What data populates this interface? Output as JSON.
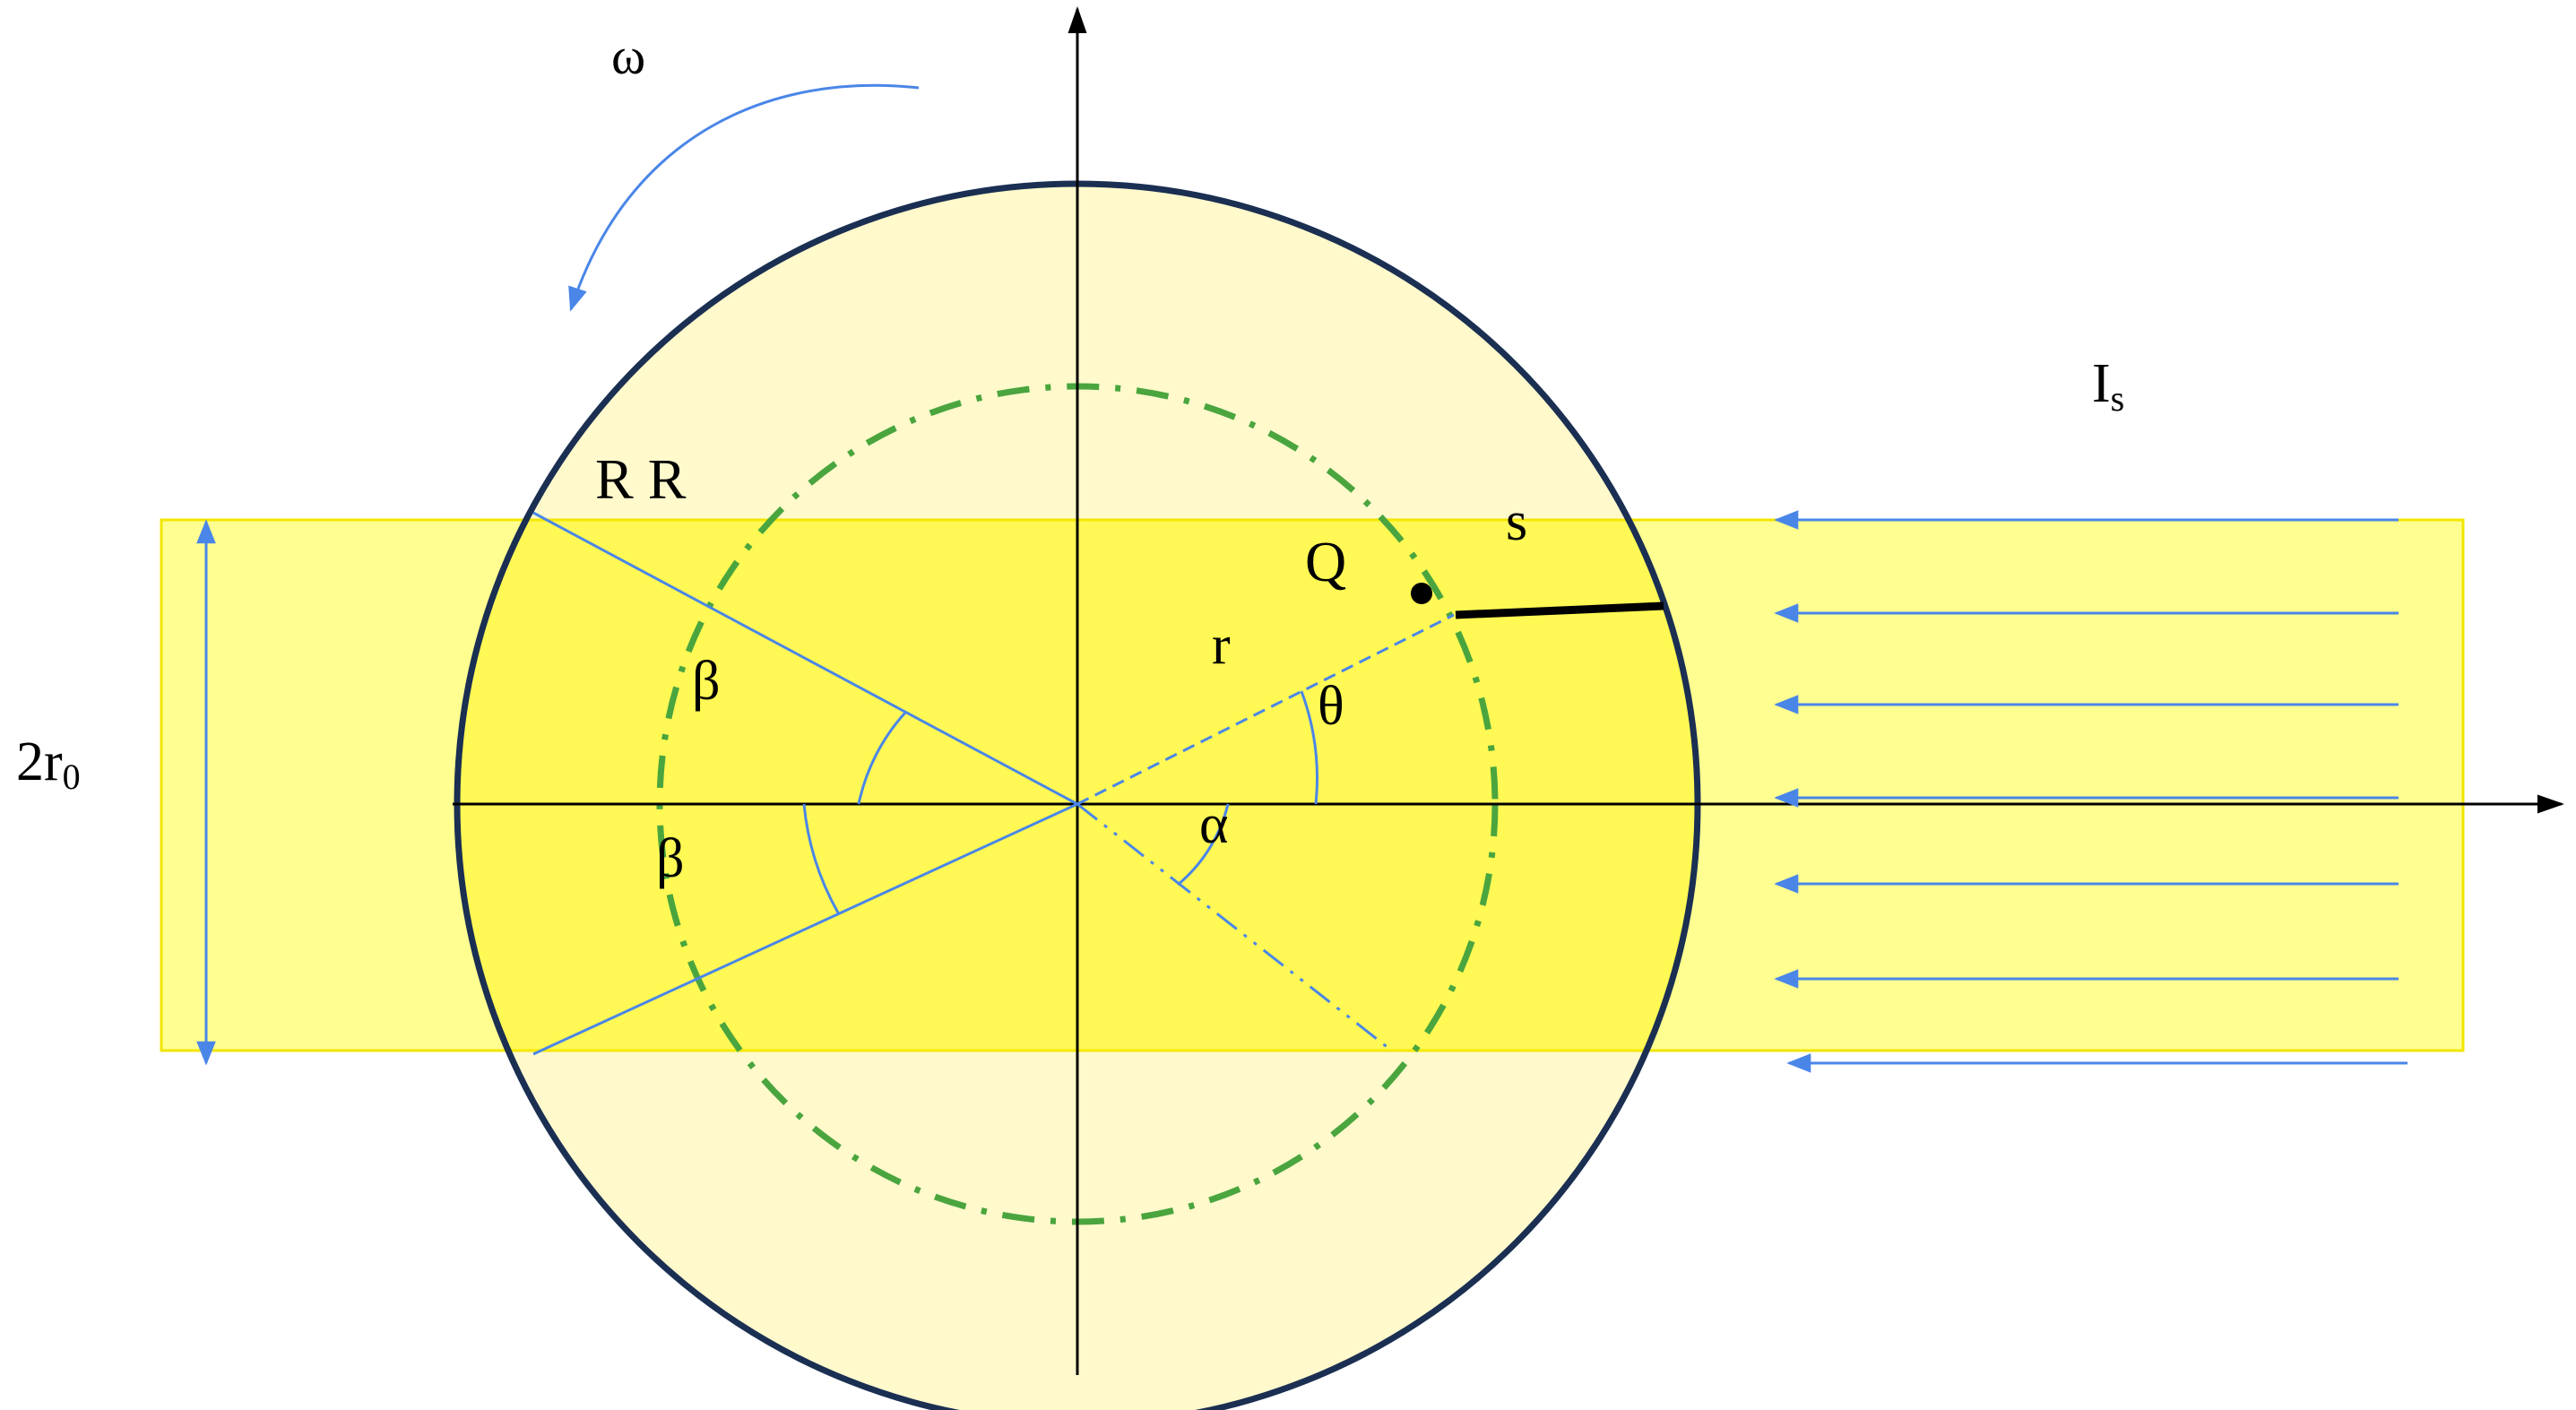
{
  "labels": {
    "omega": "ω",
    "intensity_main": "I",
    "intensity_sub": "s",
    "radius_label": "R R",
    "beam_width_main": "2r",
    "beam_width_sub": "0",
    "path_length": "s",
    "point": "Q",
    "radial": "r",
    "beta_upper": "β",
    "beta_lower": "β",
    "theta": "θ",
    "alpha": "α"
  },
  "colors": {
    "beam_fill": "#ffff66",
    "beam_edge": "#f2e600",
    "disk_fill": "#fff9cc",
    "disk_edge": "#1a2f52",
    "radius_circle": "#4aa53e",
    "blue_lines": "#4a86e8",
    "axes": "#000000"
  },
  "icons": {
    "rotation": "curved-rotation-arrow-icon",
    "incoming_rays": "arrow-left-icon"
  }
}
